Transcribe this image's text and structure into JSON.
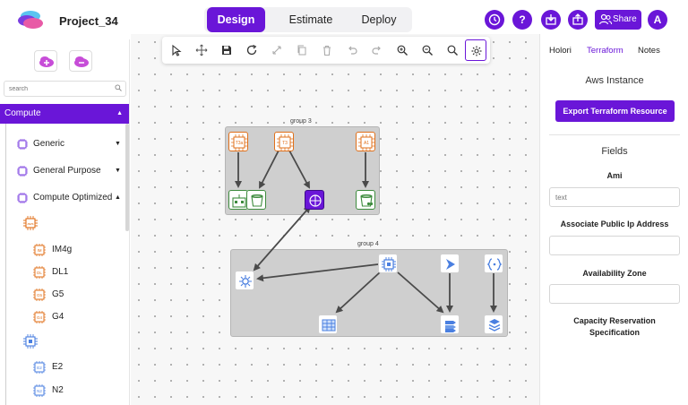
{
  "header": {
    "project_name": "Project_34",
    "tabs": [
      {
        "label": "Design",
        "active": true
      },
      {
        "label": "Estimate",
        "active": false
      },
      {
        "label": "Deploy",
        "active": false
      }
    ],
    "help_label": "?",
    "share_label": "Share",
    "avatar_label": "A"
  },
  "sidebar": {
    "search_placeholder": "search",
    "section_label": "Compute",
    "categories": [
      {
        "label": "Generic"
      },
      {
        "label": "General Purpose"
      },
      {
        "label": "Compute Optimized"
      }
    ],
    "group_badge_a": "aws",
    "items_a": [
      "IM4g",
      "DL1",
      "G5",
      "G4"
    ],
    "items_b": [
      "E2",
      "N2"
    ],
    "item_badges_a": [
      "IM",
      "DL",
      "G5",
      "G4"
    ],
    "item_badges_b": [
      "E2",
      "N2"
    ]
  },
  "canvas": {
    "group3_label": "group 3",
    "group4_label": "group 4",
    "node_labels": {
      "t3a": "T3a",
      "t3": "T3",
      "a1": "A1"
    }
  },
  "right_panel": {
    "tabs": [
      {
        "label": "Holori",
        "active": false
      },
      {
        "label": "Terraform",
        "active": true
      },
      {
        "label": "Notes",
        "active": false
      }
    ],
    "title": "Aws Instance",
    "export_label": "Export Terraform Resource",
    "fields_title": "Fields",
    "fields": [
      {
        "label": "Ami",
        "placeholder": "text"
      },
      {
        "label": "Associate Public Ip Address",
        "placeholder": ""
      },
      {
        "label": "Availability Zone",
        "placeholder": ""
      },
      {
        "label": "Capacity Reservation Specification"
      }
    ]
  },
  "colors": {
    "accent": "#6a16d8",
    "aws_orange": "#e0701b",
    "green": "#3d8b3d",
    "gcp_blue": "#4a7fe0"
  }
}
